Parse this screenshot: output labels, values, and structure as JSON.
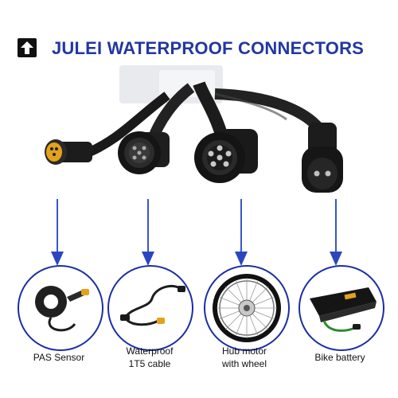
{
  "header": {
    "icon": "upload-arrow-icon",
    "title": "JULEI WATERPROOF CONNECTORS"
  },
  "colors": {
    "accent": "#2237a3",
    "circle_border": "#1b2ea3",
    "connector_insert": "#e3a21c"
  },
  "connectors": [
    {
      "id": "pas-connector",
      "icon": "yellow-connector-icon"
    },
    {
      "id": "cable-connector",
      "icon": "round-connector-icon"
    },
    {
      "id": "hub-connector",
      "icon": "six-pin-connector-icon"
    },
    {
      "id": "battery-connector",
      "icon": "two-pin-connector-icon"
    }
  ],
  "items": [
    {
      "icon": "pas-sensor-icon",
      "label_line1": "PAS Sensor",
      "label_line2": ""
    },
    {
      "icon": "cable-icon",
      "label_line1": "Waterproof",
      "label_line2": "1T5 cable"
    },
    {
      "icon": "wheel-icon",
      "label_line1": "Hub motor",
      "label_line2": "with wheel"
    },
    {
      "icon": "battery-icon",
      "label_line1": "Bike battery",
      "label_line2": ""
    }
  ]
}
